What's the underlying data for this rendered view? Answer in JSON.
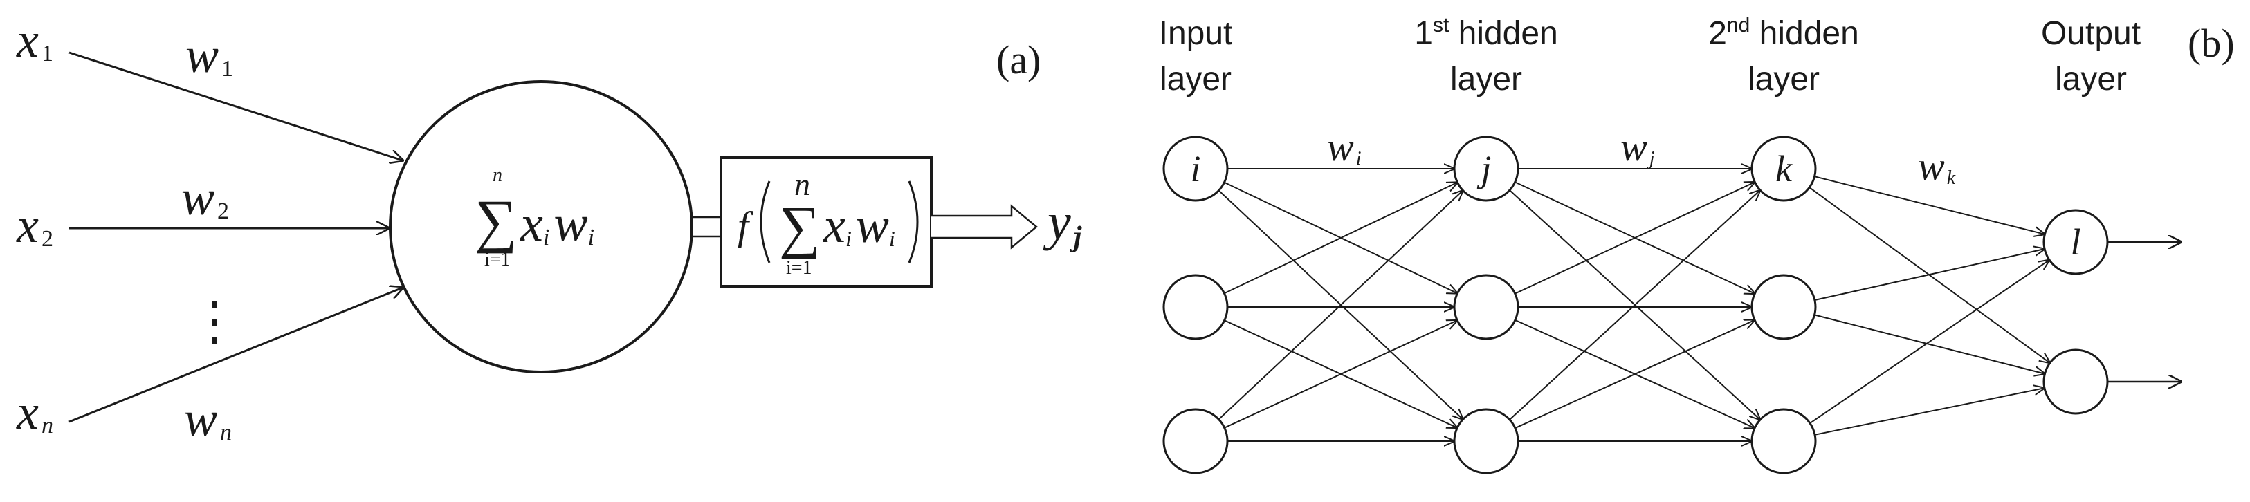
{
  "panel_a": {
    "panel_label": "(a)",
    "inputs": [
      {
        "var": "x",
        "sub": "1"
      },
      {
        "var": "x",
        "sub": "2"
      },
      {
        "var": "x",
        "sub": "n"
      }
    ],
    "weights": [
      {
        "var": "w",
        "sub": "1"
      },
      {
        "var": "w",
        "sub": "2"
      },
      {
        "var": "w",
        "sub": "n"
      }
    ],
    "ellipsis": "⋮",
    "sum_expr": {
      "sigma": "∑",
      "upper": "n",
      "lower": "i=1",
      "x": "x",
      "x_sub": "i",
      "w": "w",
      "w_sub": "i"
    },
    "activation_f": "f",
    "output": {
      "var": "y",
      "sub": "j"
    }
  },
  "panel_b": {
    "panel_label": "(b)",
    "layers": [
      {
        "line1": "Input",
        "line2": "layer",
        "sup": "",
        "sup_base": ""
      },
      {
        "line1": "",
        "line2": "layer",
        "sup_base": "1",
        "sup": "st",
        "after": " hidden"
      },
      {
        "line1": "",
        "line2": "layer",
        "sup_base": "2",
        "sup": "nd",
        "after": " hidden"
      },
      {
        "line1": "Output",
        "line2": "layer",
        "sup": "",
        "sup_base": ""
      }
    ],
    "node_labels": {
      "input": "i",
      "hidden1": "j",
      "hidden2": "k",
      "output": "l"
    },
    "weight_labels": [
      {
        "var": "w",
        "sub": "i"
      },
      {
        "var": "w",
        "sub": "j"
      },
      {
        "var": "w",
        "sub": "k"
      }
    ]
  }
}
